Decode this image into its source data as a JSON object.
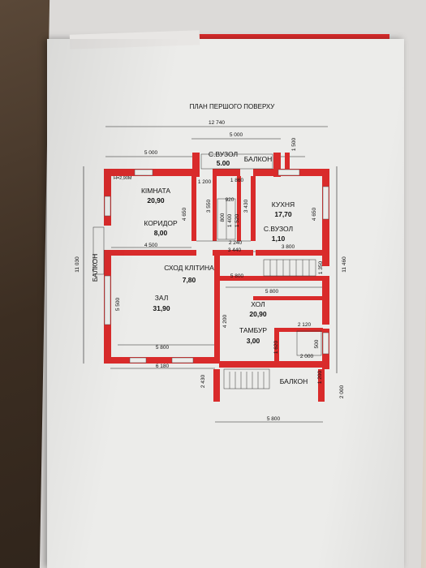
{
  "plan": {
    "title": "ПЛАН ПЕРШОГО ПОВЕРХУ",
    "ceiling_height": "H=2,90М",
    "colors": {
      "wall": "#d92b2b",
      "line": "#222222",
      "paper": "#ececea"
    },
    "rooms": [
      {
        "name": "С.ВУЗОЛ",
        "area": "5.00"
      },
      {
        "name": "БАЛКОН",
        "area": ""
      },
      {
        "name": "КІМНАТА",
        "area": "20,90"
      },
      {
        "name": "КУХНЯ",
        "area": "17,70"
      },
      {
        "name": "КОРИДОР",
        "area": "8,00"
      },
      {
        "name": "С.ВУЗОЛ",
        "area": "1,10"
      },
      {
        "name": "СХОД КЛІТИНА",
        "area": "7,80"
      },
      {
        "name": "ЗАЛ",
        "area": "31,90"
      },
      {
        "name": "ХОЛ",
        "area": "20,90"
      },
      {
        "name": "ТАМБУР",
        "area": "3,00"
      },
      {
        "name": "БАЛКОН",
        "area": ""
      },
      {
        "name": "БАЛКОН",
        "area": ""
      }
    ],
    "dimensions": [
      "12 740",
      "5 000",
      "5 000",
      "1 500",
      "1 200",
      "1 860",
      "920",
      "3 550",
      "3 430",
      "800",
      "1 400",
      "1 520",
      "2 240",
      "4 650",
      "4 650",
      "4 500",
      "3 440",
      "3 800",
      "11 030",
      "11 460",
      "1 350",
      "5 800",
      "5 800",
      "5 500",
      "4 200",
      "2 120",
      "1 620",
      "2 000",
      "500",
      "5 800",
      "6 180",
      "2 430",
      "1 200",
      "2 000",
      "5 800"
    ]
  }
}
